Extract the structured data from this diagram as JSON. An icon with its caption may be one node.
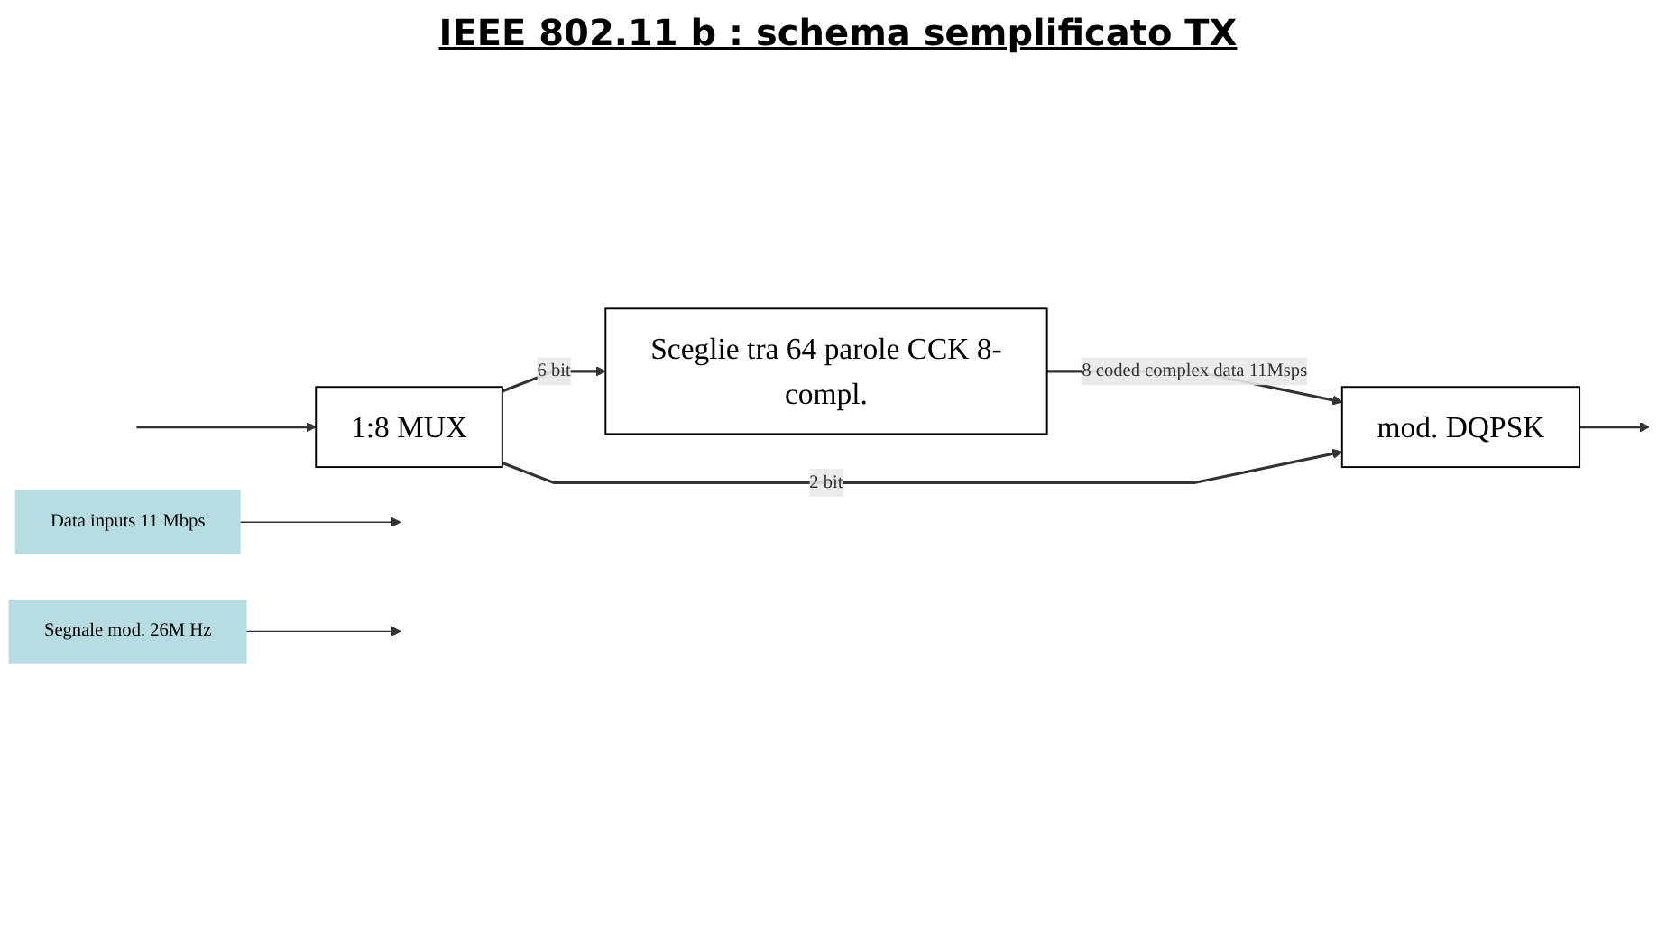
{
  "diagram": {
    "title": "IEEE  802.11 b : schema semplificato TX",
    "nodes": [
      {
        "text": [
          "1:8 MUX"
        ]
      },
      {
        "text": [
          "Sceglie tra 64 parole CCK 8-compl."
        ]
      },
      {
        "text": [
          "mod. DQPSK"
        ]
      },
      {
        "text": [
          "Data inputs 11 Mbps"
        ]
      },
      {
        "text": [
          "Segnale mod. 26M Hz"
        ]
      }
    ],
    "edges": [
      {
        "from": null,
        "to": 0,
        "arrow": "to"
      },
      {
        "from": 0,
        "to": 1,
        "arrow": "to",
        "label": "6 bit"
      },
      {
        "from": 1,
        "to": 2,
        "arrow": "to",
        "label": "8 coded complex data 11Msps"
      },
      {
        "from": 0,
        "to": 2,
        "arrow": "to",
        "label": "2 bit"
      },
      {
        "from": 2,
        "to": null,
        "arrow": "to"
      },
      {
        "from": 3,
        "to": null,
        "arrow": "to"
      },
      {
        "from": 4,
        "to": null,
        "arrow": "to"
      }
    ]
  }
}
